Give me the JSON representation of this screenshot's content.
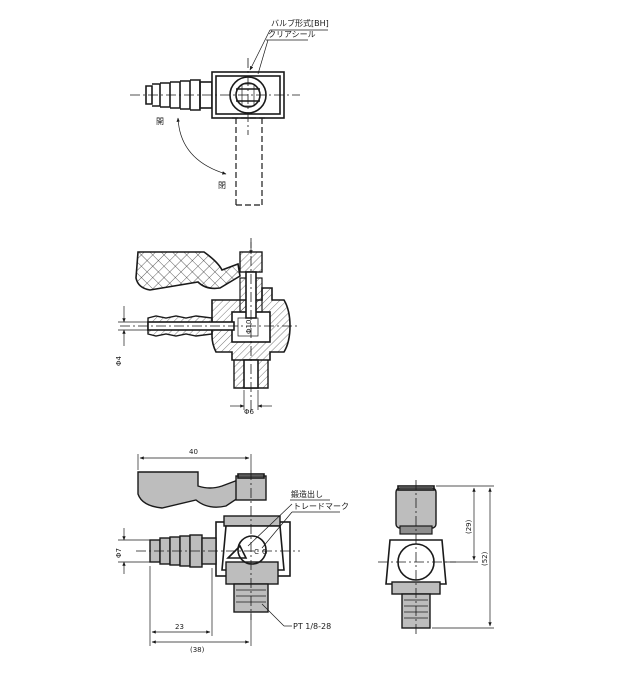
{
  "labels": {
    "valve_type": "バルブ形式[BH]",
    "clear_seal": "クリアシール",
    "open": "開",
    "close": "閉",
    "forging": "鍛造出し",
    "trademark": "トレードマーク",
    "thread": "PT 1/8-28"
  },
  "dimensions": {
    "phi4": "Φ4",
    "phi6": "Φ6",
    "phi7": "Φ7",
    "d40": "40",
    "d23": "23",
    "d38": "(38)",
    "d29": "(29)",
    "d52": "(52)",
    "inner_phi": "Φ10"
  }
}
